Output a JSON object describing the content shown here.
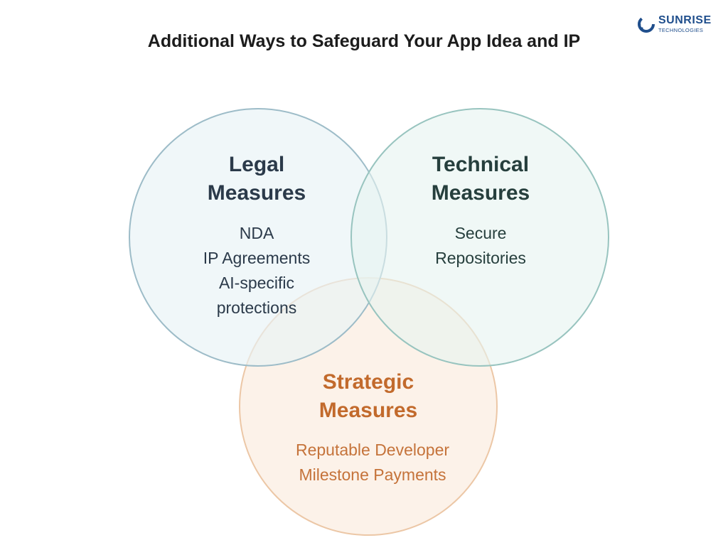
{
  "title": "Additional Ways to Safeguard Your App Idea and IP",
  "logo": {
    "name": "SUNRISE",
    "subtitle": "TECHNOLOGIES"
  },
  "colors": {
    "legal_fill": "#e8f2f6",
    "legal_stroke": "#9dbcc8",
    "technical_fill": "#e6f3f0",
    "technical_stroke": "#98c4bf",
    "strategic_fill": "#fbeee2",
    "strategic_stroke": "#ecc7a6",
    "logo_blue": "#1f4e8c"
  },
  "circles": {
    "legal": {
      "heading": [
        "Legal",
        "Measures"
      ],
      "items": [
        "NDA",
        "IP Agreements",
        "AI-specific",
        "protections"
      ]
    },
    "technical": {
      "heading": [
        "Technical",
        "Measures"
      ],
      "items": [
        "Secure",
        "Repositories"
      ]
    },
    "strategic": {
      "heading": [
        "Strategic",
        "Measures"
      ],
      "items": [
        "Reputable Developer",
        "Milestone Payments"
      ]
    }
  }
}
